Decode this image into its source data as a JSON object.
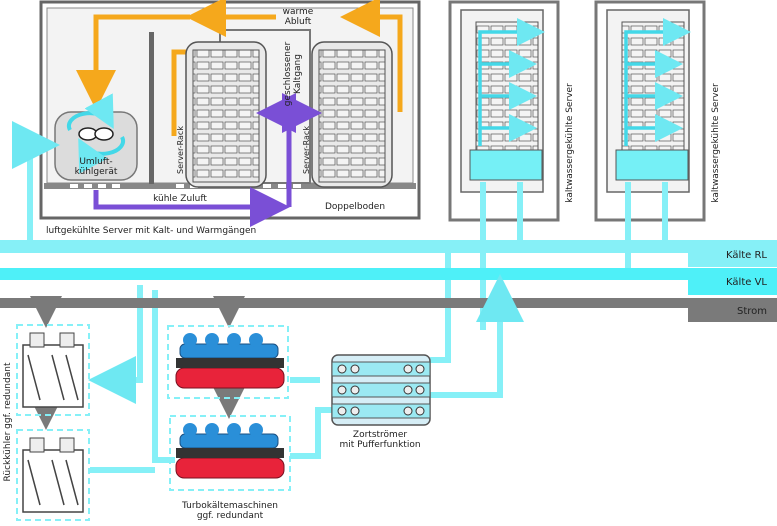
{
  "labels": {
    "warm_exhaust": "warme\nAbluft",
    "closed_cold_aisle": "geschlossener\nKaltgang",
    "server_rack": "Server-Rack",
    "crac_unit": "Umluft-\nkühlgerät",
    "cool_supply": "kühle Zuluft",
    "raised_floor": "Doppelboden",
    "air_cooled_caption": "luftgekühlte Server mit Kalt- und Warmgängen",
    "water_cooled": "kaltwassergekühlte Server",
    "cold_return": "Kälte RL",
    "cold_supply": "Kälte VL",
    "power": "Strom",
    "dry_cooler": "Rückkühler ggf. redundant",
    "turbo_chillers": "Turbokältemaschinen\nggf. redundant",
    "buffer_tank": "Zortströmer\nmit Pufferfunktion"
  },
  "colors": {
    "warm_air": "#f5a81c",
    "cold_air": "#7a4fd6",
    "coolant": "#86f0f7",
    "coolant_band": "#5ff3fa",
    "power_line": "#7a7a7a",
    "frame": "#555555",
    "chiller_red": "#e8233a",
    "chiller_blue": "#2a8fd8"
  }
}
